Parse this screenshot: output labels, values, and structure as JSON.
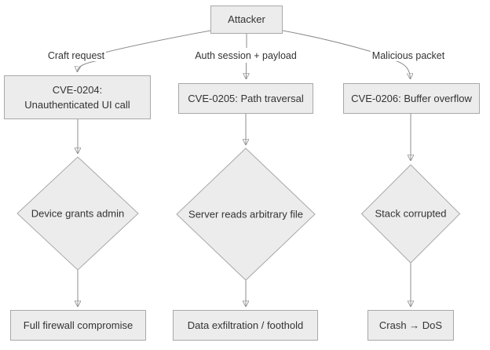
{
  "diagram": {
    "attacker_label": "Attacker",
    "columns": [
      {
        "edge_label": "Craft request",
        "cve_label": "CVE-0204:\nUnauthenticated UI call",
        "condition_label": "Device grants admin",
        "outcome_label": "Full firewall compromise"
      },
      {
        "edge_label": "Auth session + payload",
        "cve_label": "CVE-0205: Path traversal",
        "condition_label": "Server reads arbitrary file",
        "outcome_label": "Data exfiltration / foothold"
      },
      {
        "edge_label": "Malicious packet",
        "cve_label": "CVE-0206: Buffer overflow",
        "condition_label": "Stack corrupted",
        "outcome_label": "Crash → DoS"
      }
    ],
    "colors": {
      "background": "#ffffff",
      "node_fill": "#ececec",
      "node_border": "#a8a8a8",
      "edge_line": "#8c8c8c",
      "arrowhead": "#3f3f3f",
      "text": "#333333"
    }
  }
}
